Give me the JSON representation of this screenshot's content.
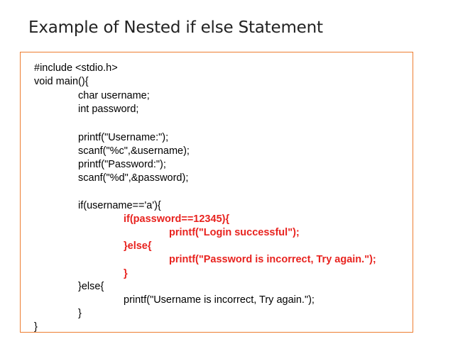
{
  "title": "Example of Nested if else Statement",
  "code": {
    "highlight_color": "#e8231f",
    "border_color": "#ed7d31",
    "lines": [
      {
        "text": "#include <stdio.h>",
        "highlight": false
      },
      {
        "text": "void main(){",
        "highlight": false
      },
      {
        "text": "char username;",
        "highlight": false
      },
      {
        "text": "int password;",
        "highlight": false
      },
      {
        "text": "printf(\"Username:\");",
        "highlight": false
      },
      {
        "text": "scanf(\"%c\",&username);",
        "highlight": false
      },
      {
        "text": "printf(\"Password:\");",
        "highlight": false
      },
      {
        "text": "scanf(\"%d\",&password);",
        "highlight": false
      },
      {
        "text": "if(username=='a'){",
        "highlight": false
      },
      {
        "text": "if(password==12345){",
        "highlight": true
      },
      {
        "text": "printf(\"Login successful\");",
        "highlight": true
      },
      {
        "text": "}else{",
        "highlight": true
      },
      {
        "text": "printf(\"Password is incorrect, Try again.\");",
        "highlight": true
      },
      {
        "text": "}",
        "highlight": true
      },
      {
        "text": "}else{",
        "highlight": false
      },
      {
        "text": "printf(\"Username is incorrect, Try again.\");",
        "highlight": false
      },
      {
        "text": "}",
        "highlight": false
      },
      {
        "text": "}",
        "highlight": false
      }
    ]
  }
}
